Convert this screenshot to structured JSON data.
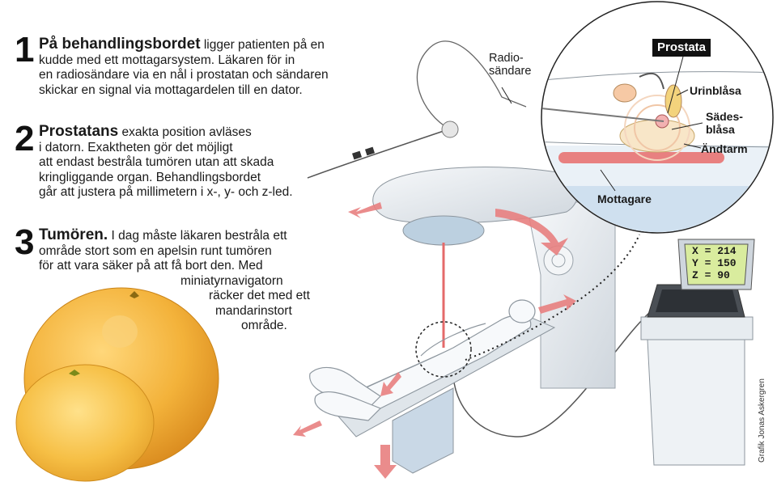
{
  "steps": [
    {
      "number": "1",
      "lead": "På behandlingsbordet",
      "lines": [
        " ligger patienten på en",
        "kudde med ett mottagarsystem. Läkaren för in",
        "en radiosändare via en nål i prostatan och sändaren",
        "skickar en signal via mottagardelen till en dator."
      ]
    },
    {
      "number": "2",
      "lead": "Prostatans",
      "lines": [
        " exakta position avläses",
        "i datorn. Exaktheten gör det möjligt",
        "att endast bestråla tumören utan att skada",
        "kringliggande organ. Behandlingsbordet",
        "går att justera på millimetern i x-, y- och z-led."
      ]
    },
    {
      "number": "3",
      "lead": "Tumören.",
      "lines": [
        " I dag måste läkaren bestråla ett",
        "område stort som en apelsin runt tumören",
        "för att vara säker på att få bort den. Med",
        "miniatyrnavigatorn",
        "räcker det med ett",
        "mandarinstort",
        "område."
      ]
    }
  ],
  "labels": {
    "radio_line1": "Radio-",
    "radio_line2": "sändare",
    "prostata": "Prostata",
    "urinblasa": "Urinblåsa",
    "sades_line1": "Sädes-",
    "sades_line2": "blåsa",
    "andtarm": "Ändtarm",
    "mottagare": "Mottagare"
  },
  "screen": {
    "x": "X = 214",
    "y": "Y = 150",
    "z": "Z = 90"
  },
  "credit": "Grafik Jonas Askergren",
  "colors": {
    "arrow": "#e88080",
    "orange": "#f2b53c",
    "beam": "#e46a6a",
    "machine": "#e9edf1",
    "screen": "#d9ec9e"
  }
}
